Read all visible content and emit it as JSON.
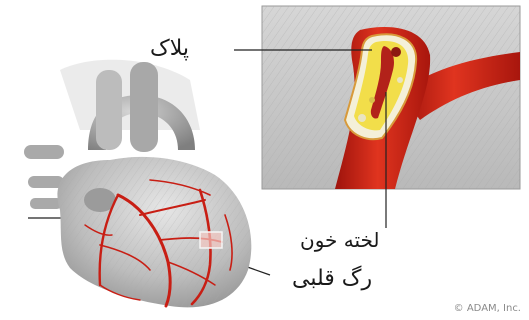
{
  "labels": {
    "plaque": "پلاک",
    "blood_clot": "لخته خون",
    "coronary_artery": "رگ قلبی"
  },
  "credit": "© ADAM, Inc.",
  "colors": {
    "artery_red": "#c81e14",
    "plaque_yellow": "#f2de4a",
    "heart_gray": "#c9c9c9",
    "inset_bg": "#c8c8c8"
  }
}
